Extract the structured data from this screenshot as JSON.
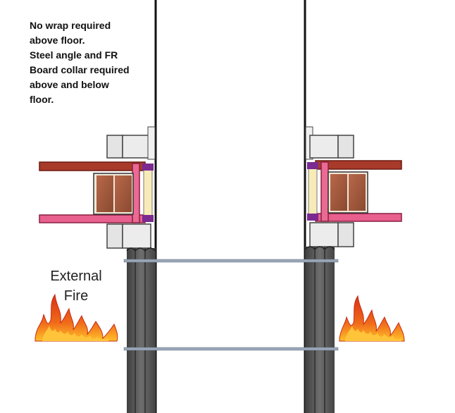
{
  "note": {
    "lines": [
      "No wrap required",
      "above floor.",
      "Steel angle and FR",
      "Board collar required",
      "above and below",
      "floor."
    ]
  },
  "fire_label": {
    "lines": [
      "External",
      "Fire"
    ]
  },
  "colors": {
    "chimney_outline": "#111111",
    "insulation": "#5a5a5a",
    "steel_angle": "#b02020",
    "fr_board": "#e85a8a",
    "brick": "#a0583a",
    "board_infill": "#f7ebb8",
    "seal": "#7a2a90",
    "block": "#e4e4e4",
    "band": "#9aa6b8",
    "flame_outer": "#e8451c",
    "flame_inner": "#ffb020"
  },
  "icons": {
    "flame_left": "flame-icon",
    "flame_right": "flame-icon"
  }
}
